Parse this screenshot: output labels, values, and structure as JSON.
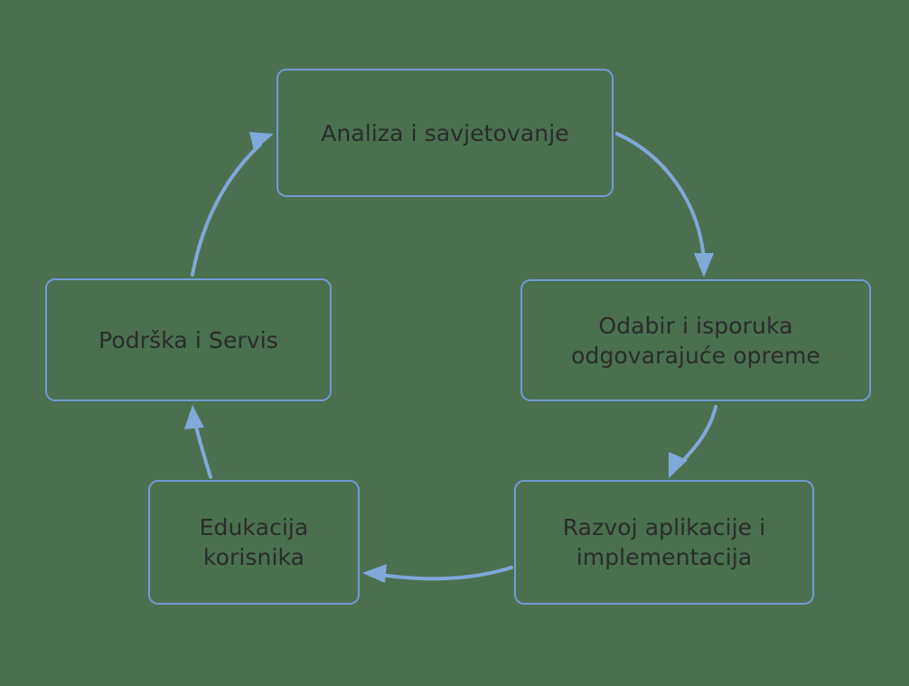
{
  "diagram": {
    "type": "cycle-flow",
    "title": "",
    "direction": "clockwise",
    "colors": {
      "background": "#4a7050",
      "node_border": "#6f9bd1",
      "node_fill": "transparent",
      "arrow": "#7fa9d8",
      "text": "#2b2b2b"
    },
    "nodes": [
      {
        "id": "analiza",
        "label": "Analiza i savjetovanje",
        "position": "top"
      },
      {
        "id": "odabir",
        "label": "Odabir i isporuka\nodgovarajuće opreme",
        "position": "right"
      },
      {
        "id": "razvoj",
        "label": "Razvoj aplikacije i\nimplementacija",
        "position": "bottom-right"
      },
      {
        "id": "edukacija",
        "label": "Edukacija\nkorisnika",
        "position": "bottom-left"
      },
      {
        "id": "podrska",
        "label": "Podrška i Servis",
        "position": "left"
      }
    ],
    "edges": [
      {
        "id": "edge-analiza-odabir",
        "from": "analiza",
        "to": "odabir",
        "style": "curved-arrow"
      },
      {
        "id": "edge-odabir-razvoj",
        "from": "odabir",
        "to": "razvoj",
        "style": "curved-arrow"
      },
      {
        "id": "edge-razvoj-edukacija",
        "from": "razvoj",
        "to": "edukacija",
        "style": "curved-arrow"
      },
      {
        "id": "edge-edukacija-podrska",
        "from": "edukacija",
        "to": "podrska",
        "style": "curved-arrow"
      },
      {
        "id": "edge-podrska-analiza",
        "from": "podrska",
        "to": "analiza",
        "style": "curved-arrow"
      }
    ]
  }
}
